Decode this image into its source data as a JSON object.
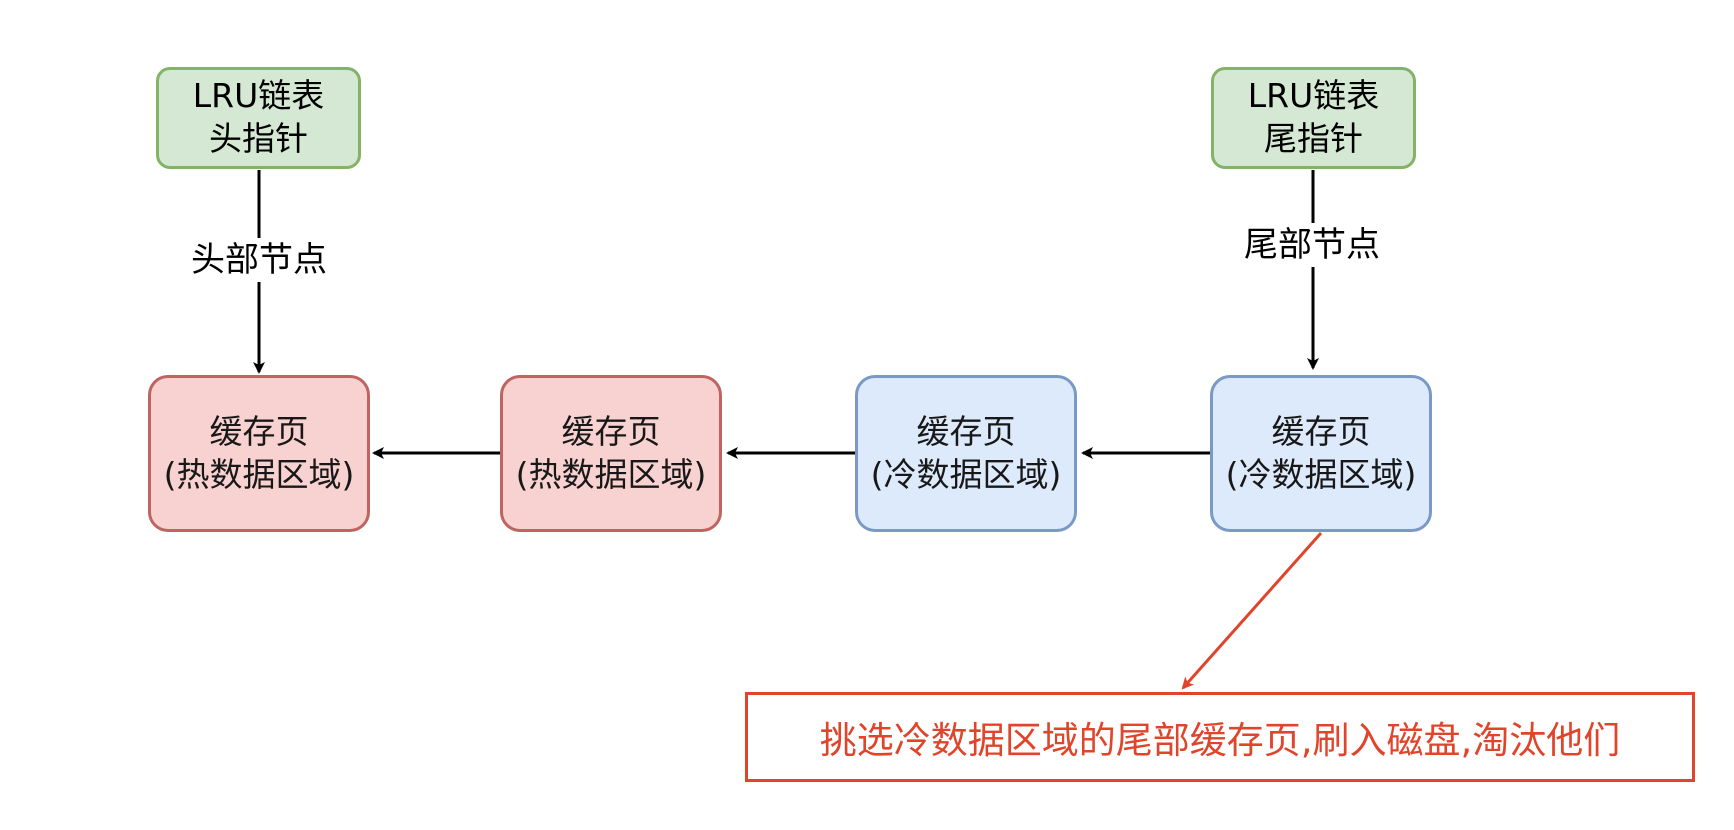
{
  "colors": {
    "pointer_fill": "#d5e8d4",
    "pointer_stroke": "#82b366",
    "hot_fill": "#f8cecc",
    "hot_stroke": "#b85450",
    "cold_fill": "#dae8fc",
    "cold_stroke": "#6c8ebf",
    "arrow": "#000000",
    "note_accent": "#e0442b"
  },
  "pointers": {
    "head": {
      "line1": "LRU链表",
      "line2": "头指针",
      "edge_label": "头部节点"
    },
    "tail": {
      "line1": "LRU链表",
      "line2": "尾指针",
      "edge_label": "尾部节点"
    }
  },
  "pages": [
    {
      "line1": "缓存页",
      "line2": "(热数据区域)",
      "zone": "hot"
    },
    {
      "line1": "缓存页",
      "line2": "(热数据区域)",
      "zone": "hot"
    },
    {
      "line1": "缓存页",
      "line2": "(冷数据区域)",
      "zone": "cold"
    },
    {
      "line1": "缓存页",
      "line2": "(冷数据区域)",
      "zone": "cold"
    }
  ],
  "note": {
    "text": "挑选冷数据区域的尾部缓存页,刷入磁盘,淘汰他们"
  }
}
